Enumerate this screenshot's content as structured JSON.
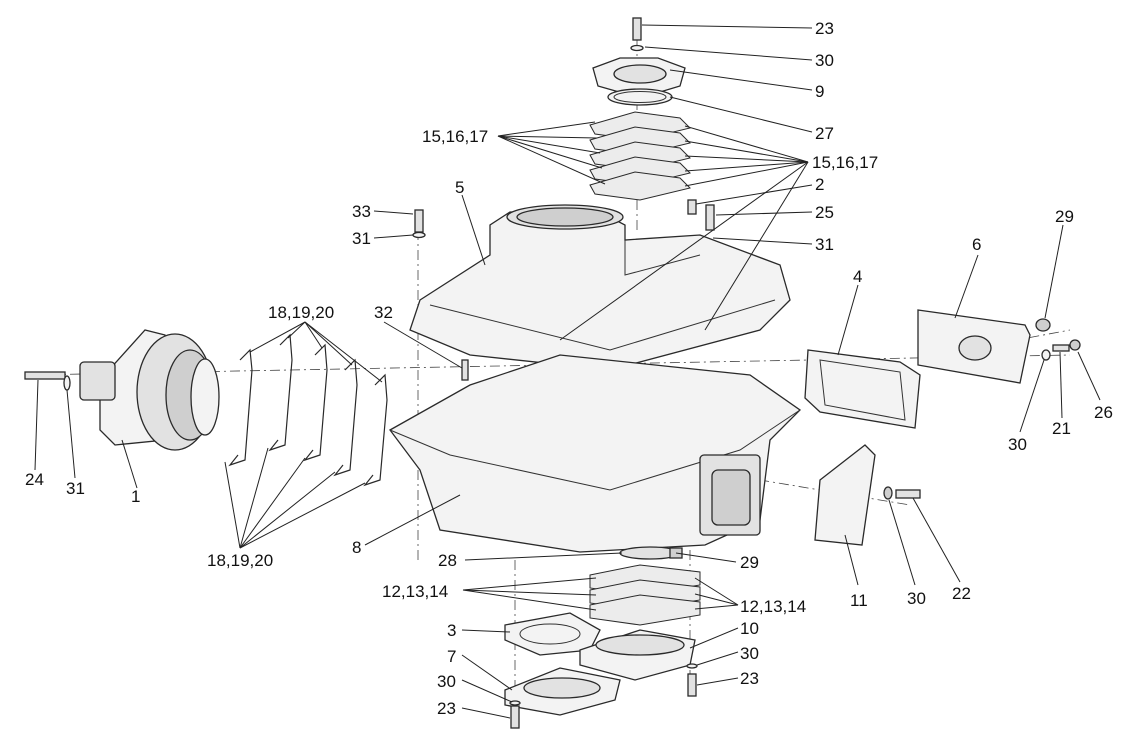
{
  "diagram": {
    "callouts": [
      {
        "id": "c23a",
        "text": "23"
      },
      {
        "id": "c30a",
        "text": "30"
      },
      {
        "id": "c9",
        "text": "9"
      },
      {
        "id": "c27",
        "text": "27"
      },
      {
        "id": "c15a",
        "text": "15,16,17"
      },
      {
        "id": "c15b",
        "text": "15,16,17"
      },
      {
        "id": "c2",
        "text": "2"
      },
      {
        "id": "c5",
        "text": "5"
      },
      {
        "id": "c33",
        "text": "33"
      },
      {
        "id": "c25",
        "text": "25"
      },
      {
        "id": "c31a",
        "text": "31"
      },
      {
        "id": "c31b",
        "text": "31"
      },
      {
        "id": "c29a",
        "text": "29"
      },
      {
        "id": "c6",
        "text": "6"
      },
      {
        "id": "c4",
        "text": "4"
      },
      {
        "id": "c18a",
        "text": "18,19,20"
      },
      {
        "id": "c32",
        "text": "32"
      },
      {
        "id": "c26",
        "text": "26"
      },
      {
        "id": "c21",
        "text": "21"
      },
      {
        "id": "c30b",
        "text": "30"
      },
      {
        "id": "c24",
        "text": "24"
      },
      {
        "id": "c31c",
        "text": "31"
      },
      {
        "id": "c1",
        "text": "1"
      },
      {
        "id": "c8",
        "text": "8"
      },
      {
        "id": "c18b",
        "text": "18,19,20"
      },
      {
        "id": "c28",
        "text": "28"
      },
      {
        "id": "c29b",
        "text": "29"
      },
      {
        "id": "c12a",
        "text": "12,13,14"
      },
      {
        "id": "c12b",
        "text": "12,13,14"
      },
      {
        "id": "c11",
        "text": "11"
      },
      {
        "id": "c30c",
        "text": "30"
      },
      {
        "id": "c22",
        "text": "22"
      },
      {
        "id": "c3",
        "text": "3"
      },
      {
        "id": "c10",
        "text": "10"
      },
      {
        "id": "c7",
        "text": "7"
      },
      {
        "id": "c30d",
        "text": "30"
      },
      {
        "id": "c30e",
        "text": "30"
      },
      {
        "id": "c23b",
        "text": "23"
      },
      {
        "id": "c23c",
        "text": "23"
      }
    ]
  }
}
